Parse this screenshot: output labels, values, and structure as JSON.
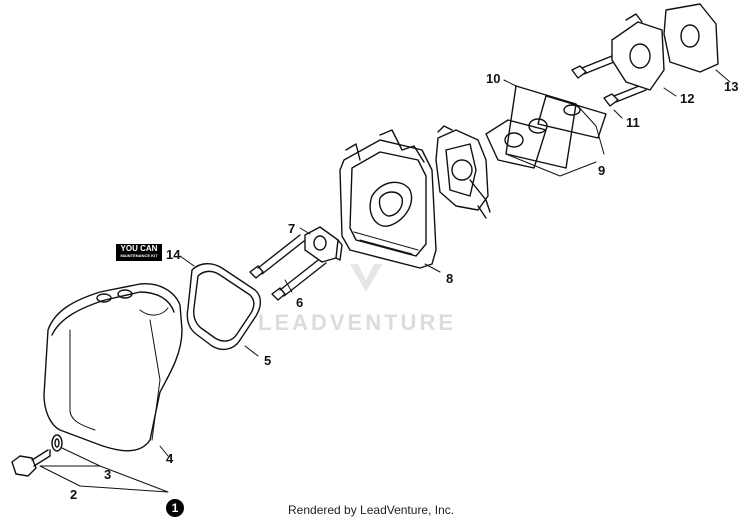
{
  "callouts": {
    "c1": "1",
    "c2": "2",
    "c3": "3",
    "c4": "4",
    "c5": "5",
    "c6": "6",
    "c7": "7",
    "c8": "8",
    "c9": "9",
    "c10": "10",
    "c11": "11",
    "c12": "12",
    "c13": "13",
    "c14": "14"
  },
  "kit_badge": {
    "title": "YOU CAN",
    "subtitle": "MAINTENANCE KIT"
  },
  "watermark": "LEADVENTURE",
  "footer": "Rendered by LeadVenture, Inc."
}
